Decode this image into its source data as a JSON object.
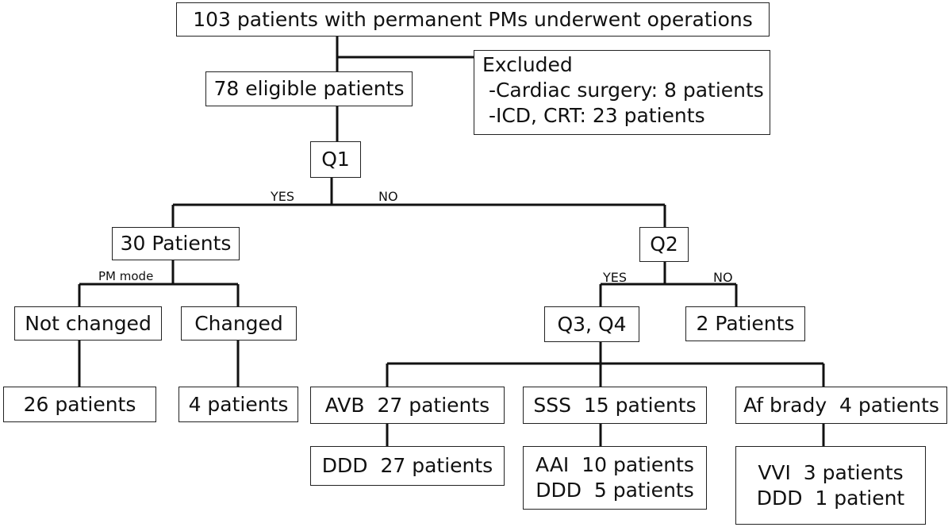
{
  "nodes": {
    "top": "103 patients with permanent PMs underwent operations",
    "excluded": {
      "title": "Excluded",
      "lines": [
        " -Cardiac surgery: 8 patients",
        " -ICD, CRT: 23 patients"
      ]
    },
    "eligible": "78 eligible patients",
    "q1": "Q1",
    "p30": "30 Patients",
    "q2": "Q2",
    "not_changed": "Not changed",
    "changed": "Changed",
    "q34": "Q3, Q4",
    "p2": "2 Patients",
    "p26": "26 patients",
    "p4": "4 patients",
    "avb": "AVB  27 patients",
    "sss": "SSS  15 patients",
    "af": "Af brady  4 patients",
    "ddd27": "DDD  27 patients",
    "aai_ddd": [
      "AAI  10 patients",
      "DDD  5 patients"
    ],
    "vvi_ddd": [
      "VVI  3 patients",
      "DDD  1 patient"
    ]
  },
  "labels": {
    "q1_yes": "YES",
    "q1_no": "NO",
    "pm_mode": "PM mode",
    "q2_yes": "YES",
    "q2_no": "NO"
  }
}
